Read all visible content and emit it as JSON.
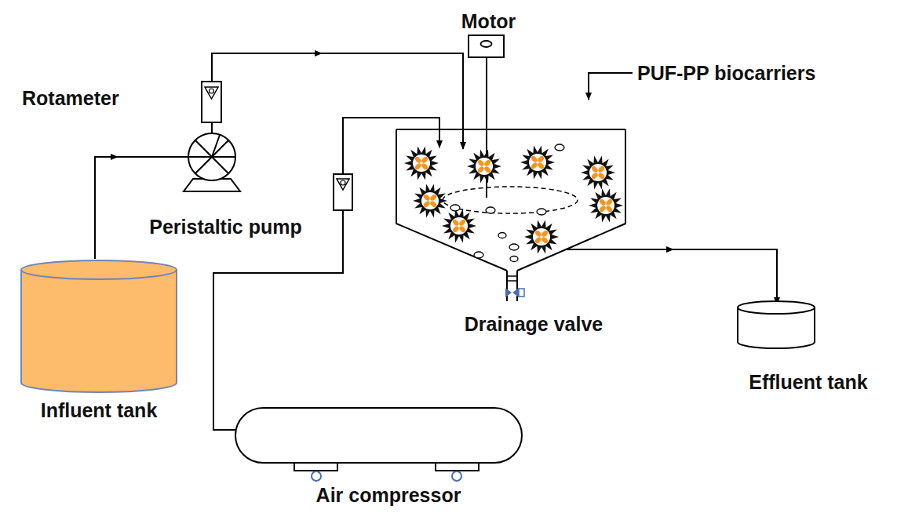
{
  "diagram": {
    "nodes": [
      {
        "text": [
          "Motor"
        ]
      },
      {
        "text": [
          "Rotameter"
        ]
      },
      {
        "text": [
          "Peristaltic pump"
        ]
      },
      {
        "text": [
          "Influent tank"
        ]
      },
      {
        "text": [
          "Drainage valve"
        ]
      },
      {
        "text": [
          "Effluent tank"
        ]
      },
      {
        "text": [
          "Air compressor"
        ]
      }
    ],
    "edges": [
      {
        "from": 3,
        "to": 2,
        "arrow": "to"
      },
      {
        "from": 2,
        "to": 1,
        "arrow": "none"
      }
    ],
    "labels": [
      "PUF-PP biocarriers"
    ]
  }
}
